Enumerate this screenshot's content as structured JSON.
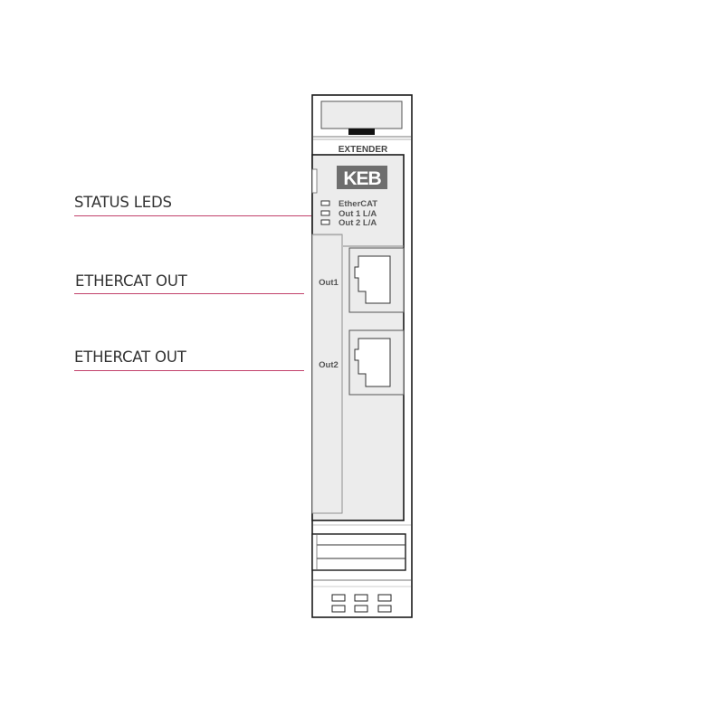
{
  "callouts": [
    {
      "label": "STATUS LEDS"
    },
    {
      "label": "ETHERCAT OUT"
    },
    {
      "label": "ETHERCAT OUT"
    }
  ],
  "device": {
    "header_label": "EXTENDER",
    "brand_logo": "KEB",
    "led_labels": [
      "EtherCAT",
      "Out 1 L/A",
      "Out 2 L/A"
    ],
    "port_labels": [
      "Out1",
      "Out2"
    ]
  },
  "colors": {
    "callout_line": "#c2416b",
    "panel_fill": "#ececec",
    "outline": "#1a1a1a",
    "logo_fill": "#6e6e6e"
  }
}
